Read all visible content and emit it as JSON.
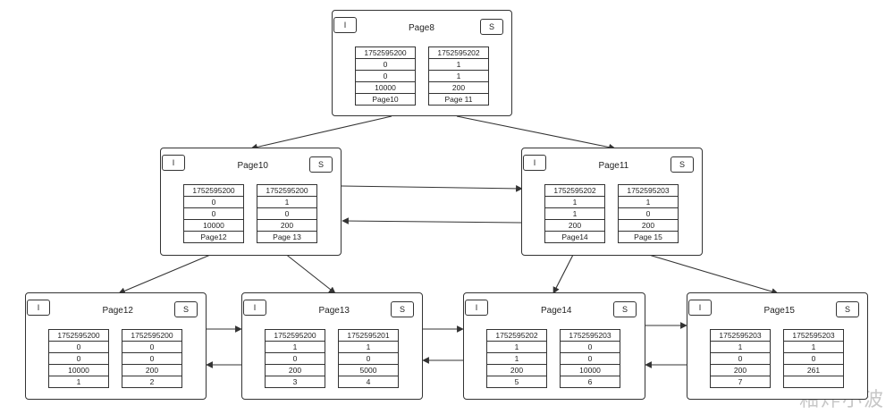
{
  "pages": [
    {
      "id": "page8",
      "title": "Page8",
      "insert_tag": "I",
      "search_tag": "S",
      "records": [
        [
          "1752595200",
          "0",
          "0",
          "10000",
          "Page10"
        ],
        [
          "1752595202",
          "1",
          "1",
          "200",
          "Page 11"
        ]
      ]
    },
    {
      "id": "page10",
      "title": "Page10",
      "insert_tag": "I",
      "search_tag": "S",
      "records": [
        [
          "1752595200",
          "0",
          "0",
          "10000",
          "Page12"
        ],
        [
          "1752595200",
          "1",
          "0",
          "200",
          "Page 13"
        ]
      ]
    },
    {
      "id": "page11",
      "title": "Page11",
      "insert_tag": "I",
      "search_tag": "S",
      "records": [
        [
          "1752595202",
          "1",
          "1",
          "200",
          "Page14"
        ],
        [
          "1752595203",
          "1",
          "0",
          "200",
          "Page 15"
        ]
      ]
    },
    {
      "id": "page12",
      "title": "Page12",
      "insert_tag": "I",
      "search_tag": "S",
      "records": [
        [
          "1752595200",
          "0",
          "0",
          "10000",
          "1"
        ],
        [
          "1752595200",
          "0",
          "0",
          "200",
          "2"
        ]
      ]
    },
    {
      "id": "page13",
      "title": "Page13",
      "insert_tag": "I",
      "search_tag": "S",
      "records": [
        [
          "1752595200",
          "1",
          "0",
          "200",
          "3"
        ],
        [
          "1752595201",
          "1",
          "0",
          "5000",
          "4"
        ]
      ]
    },
    {
      "id": "page14",
      "title": "Page14",
      "insert_tag": "I",
      "search_tag": "S",
      "records": [
        [
          "1752595202",
          "1",
          "1",
          "200",
          "5"
        ],
        [
          "1752595203",
          "0",
          "0",
          "10000",
          "6"
        ]
      ]
    },
    {
      "id": "page15",
      "title": "Page15",
      "insert_tag": "I",
      "search_tag": "S",
      "records": [
        [
          "1752595203",
          "1",
          "0",
          "200",
          "7"
        ],
        [
          "1752595203",
          "1",
          "0",
          "261",
          ""
        ]
      ]
    }
  ],
  "edges": [
    [
      "page8",
      "page10"
    ],
    [
      "page8",
      "page11"
    ],
    [
      "page10",
      "page12"
    ],
    [
      "page10",
      "page13"
    ],
    [
      "page11",
      "page14"
    ],
    [
      "page11",
      "page15"
    ],
    [
      "page10",
      "page11"
    ],
    [
      "page11",
      "page10"
    ],
    [
      "page12",
      "page13"
    ],
    [
      "page13",
      "page12"
    ],
    [
      "page13",
      "page14"
    ],
    [
      "page14",
      "page13"
    ],
    [
      "page14",
      "page15"
    ],
    [
      "page15",
      "page14"
    ]
  ],
  "watermark": "釉炸小波"
}
